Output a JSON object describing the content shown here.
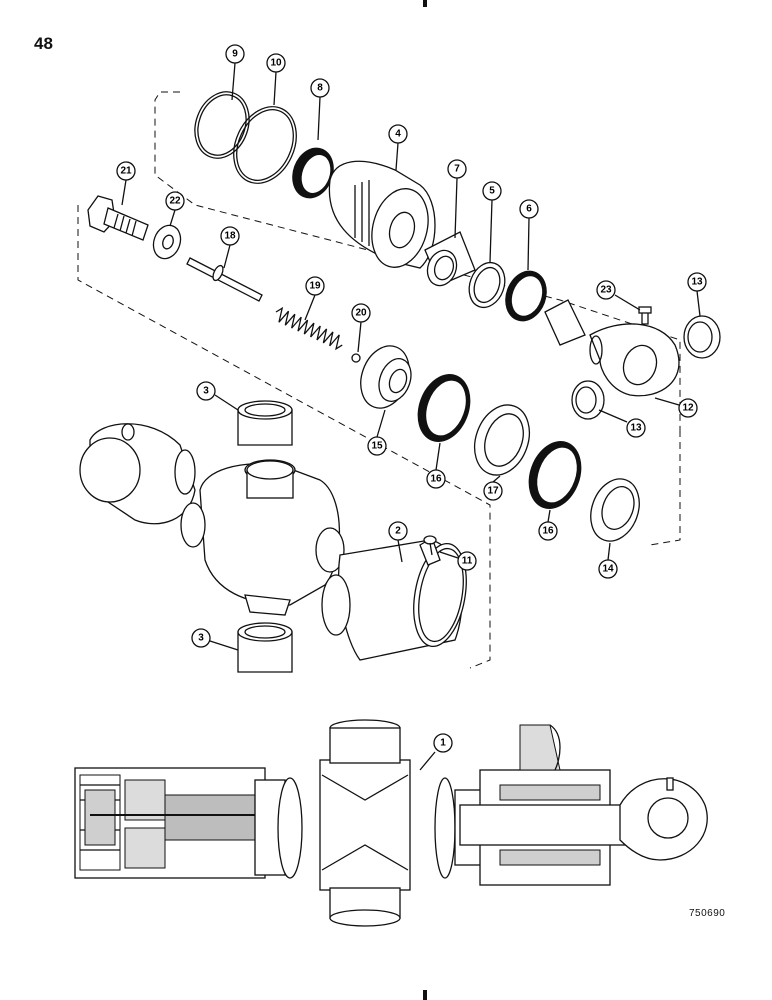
{
  "page_number": "48",
  "drawing_code": "750690",
  "callouts": [
    {
      "id": "9"
    },
    {
      "id": "10"
    },
    {
      "id": "8"
    },
    {
      "id": "4"
    },
    {
      "id": "21"
    },
    {
      "id": "22"
    },
    {
      "id": "18"
    },
    {
      "id": "7"
    },
    {
      "id": "5"
    },
    {
      "id": "6"
    },
    {
      "id": "19"
    },
    {
      "id": "20"
    },
    {
      "id": "23"
    },
    {
      "id": "13a",
      "label": "13"
    },
    {
      "id": "3a",
      "label": "3"
    },
    {
      "id": "15"
    },
    {
      "id": "16a",
      "label": "16"
    },
    {
      "id": "13b",
      "label": "13"
    },
    {
      "id": "12"
    },
    {
      "id": "17"
    },
    {
      "id": "16b",
      "label": "16"
    },
    {
      "id": "14"
    },
    {
      "id": "2"
    },
    {
      "id": "11"
    },
    {
      "id": "3b",
      "label": "3"
    },
    {
      "id": "1"
    }
  ]
}
